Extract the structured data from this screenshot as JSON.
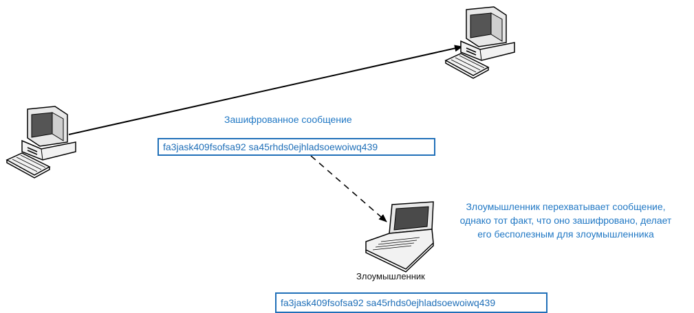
{
  "diagram": {
    "encrypted_caption": "Зашифрованное сообщение",
    "encrypted_text": "fa3jask409fsofsa92 sa45rhds0ejhladsoewoiwq439",
    "attacker_note": [
      "Злоумышленник перехватывает сообщение,",
      "однако тот факт, что оно зашифровано, делает",
      "его бесполезным для злоумышленника"
    ],
    "attacker_label": "Злоумышленник",
    "intercepted_text": "fa3jask409fsofsa92 sa45rhds0ejhladsoewoiwq439"
  },
  "colors": {
    "caption_blue": "#1f77c4",
    "box_border": "#1f6fb8"
  },
  "icons": [
    "desktop-computer-icon",
    "desktop-computer-icon",
    "laptop-icon"
  ]
}
